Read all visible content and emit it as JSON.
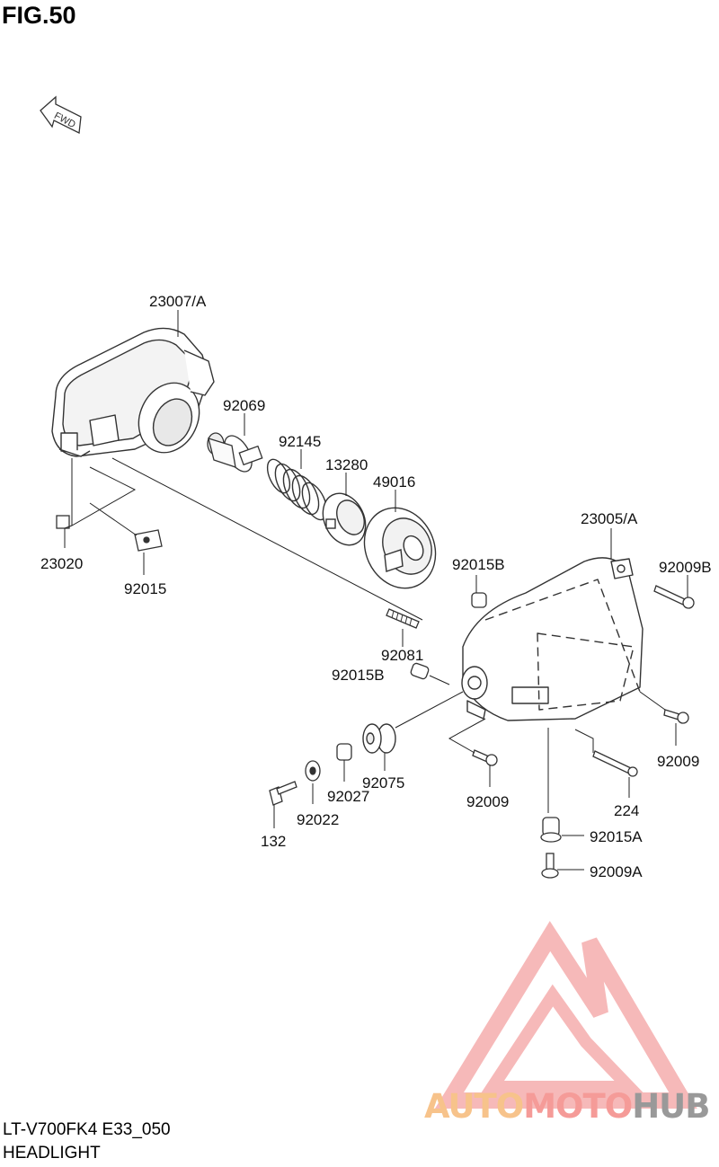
{
  "figure": {
    "title": "FIG.50",
    "direction_marker": "FWD"
  },
  "caption": {
    "model_code": "LT-V700FK4 E33_050",
    "section": "HEADLIGHT"
  },
  "parts": [
    {
      "id": "housing_front",
      "label": "23007/A"
    },
    {
      "id": "bulb",
      "label": "92069"
    },
    {
      "id": "spring",
      "label": "92145"
    },
    {
      "id": "retainer",
      "label": "13280"
    },
    {
      "id": "socket_cover",
      "label": "49016"
    },
    {
      "id": "clip_small",
      "label": "23020"
    },
    {
      "id": "nut_clip",
      "label": "92015"
    },
    {
      "id": "housing_rear",
      "label": "23005/A"
    },
    {
      "id": "collar_b_top",
      "label": "92015B"
    },
    {
      "id": "screw_b",
      "label": "92009B"
    },
    {
      "id": "adjust_screw",
      "label": "92081"
    },
    {
      "id": "collar_b_mid",
      "label": "92015B"
    },
    {
      "id": "screw_right",
      "label": "92009"
    },
    {
      "id": "grommet",
      "label": "92075"
    },
    {
      "id": "collar",
      "label": "92027"
    },
    {
      "id": "washer",
      "label": "92022"
    },
    {
      "id": "bolt",
      "label": "132"
    },
    {
      "id": "screw_bottom",
      "label": "92009"
    },
    {
      "id": "long_screw",
      "label": "224"
    },
    {
      "id": "collar_a",
      "label": "92015A"
    },
    {
      "id": "screw_a",
      "label": "92009A"
    }
  ],
  "watermark": {
    "part1": "AUTO",
    "part2": "MOTO",
    "part3": "HUB"
  }
}
